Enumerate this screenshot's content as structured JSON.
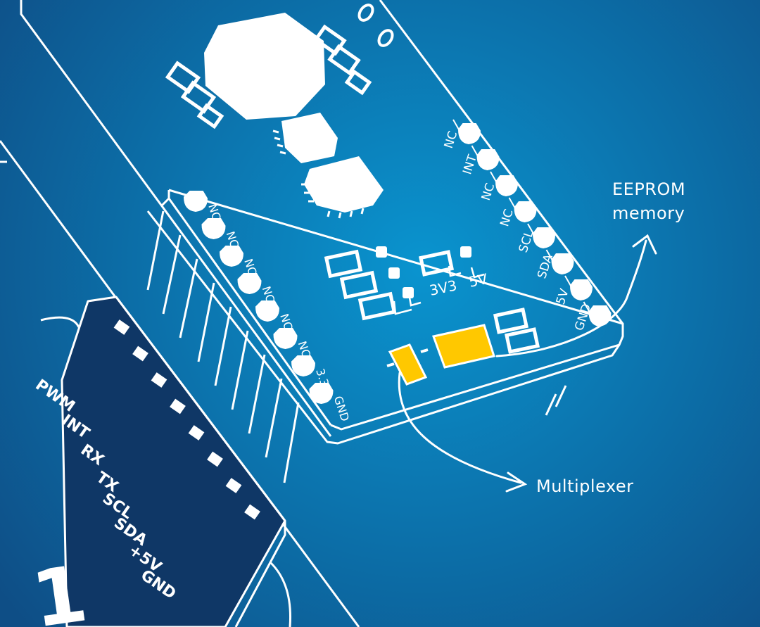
{
  "callouts": {
    "eeprom": [
      "EEPROM",
      "memory"
    ],
    "multiplexer": "Multiplexer"
  },
  "board": {
    "right_header_pins": [
      "NC",
      "INT",
      "NC",
      "NC",
      "SCL",
      "SDA",
      "5V",
      "GND"
    ],
    "left_header_pins": [
      "NC",
      "NC",
      "NC",
      "NC",
      "NC",
      "NC",
      "3.3V",
      "GND"
    ],
    "jumper_labels": [
      "3V3",
      "5V"
    ]
  },
  "socket": {
    "pin_labels": [
      "PWM",
      "INT",
      "RX",
      "TX",
      "SCL",
      "SDA",
      "+5V",
      "GND"
    ],
    "corner_numeral": "1"
  },
  "colors": {
    "background_center": "#0a94cf",
    "background_edge": "#0e4e86",
    "socket_fill": "#0f3766",
    "highlight": "#ffc800",
    "line": "#ffffff"
  }
}
